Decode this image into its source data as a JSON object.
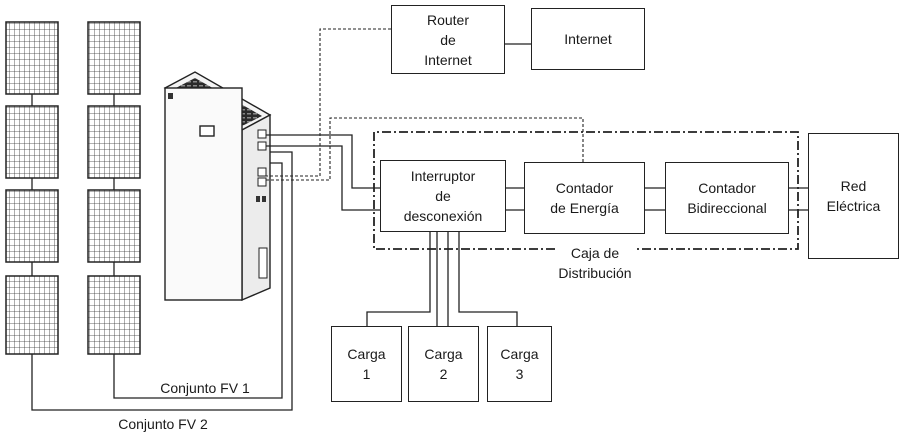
{
  "nodes": {
    "router": "Router\nde\nInternet",
    "internet": "Internet",
    "interruptor": "Interruptor\nde\ndesconexión",
    "contador_energia": "Contador\nde Energía",
    "contador_bidireccional": "Contador\nBidireccional",
    "red": "Red\nEléctrica",
    "carga1": "Carga\n1",
    "carga2": "Carga\n2",
    "carga3": "Carga\n3"
  },
  "labels": {
    "caja": "Caja de\nDistribución",
    "conjunto1": "Conjunto FV  1",
    "conjunto2": "Conjunto FV  2"
  },
  "icons": {
    "pv_panels": "solar-panel-icon",
    "inverter": "hybrid-inverter-battery-icon"
  }
}
